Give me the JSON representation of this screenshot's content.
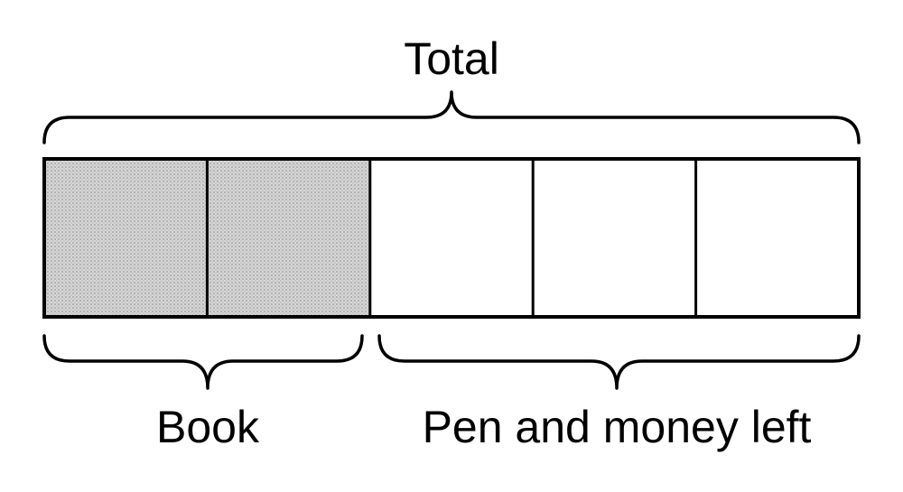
{
  "labels": {
    "total": "Total",
    "book": "Book",
    "rest": "Pen and money left"
  },
  "bar": {
    "units": 5,
    "shaded_units": 2
  },
  "colors": {
    "shaded_fill": "#c9c9c9",
    "unshaded_fill": "#ffffff",
    "stroke": "#000000"
  }
}
